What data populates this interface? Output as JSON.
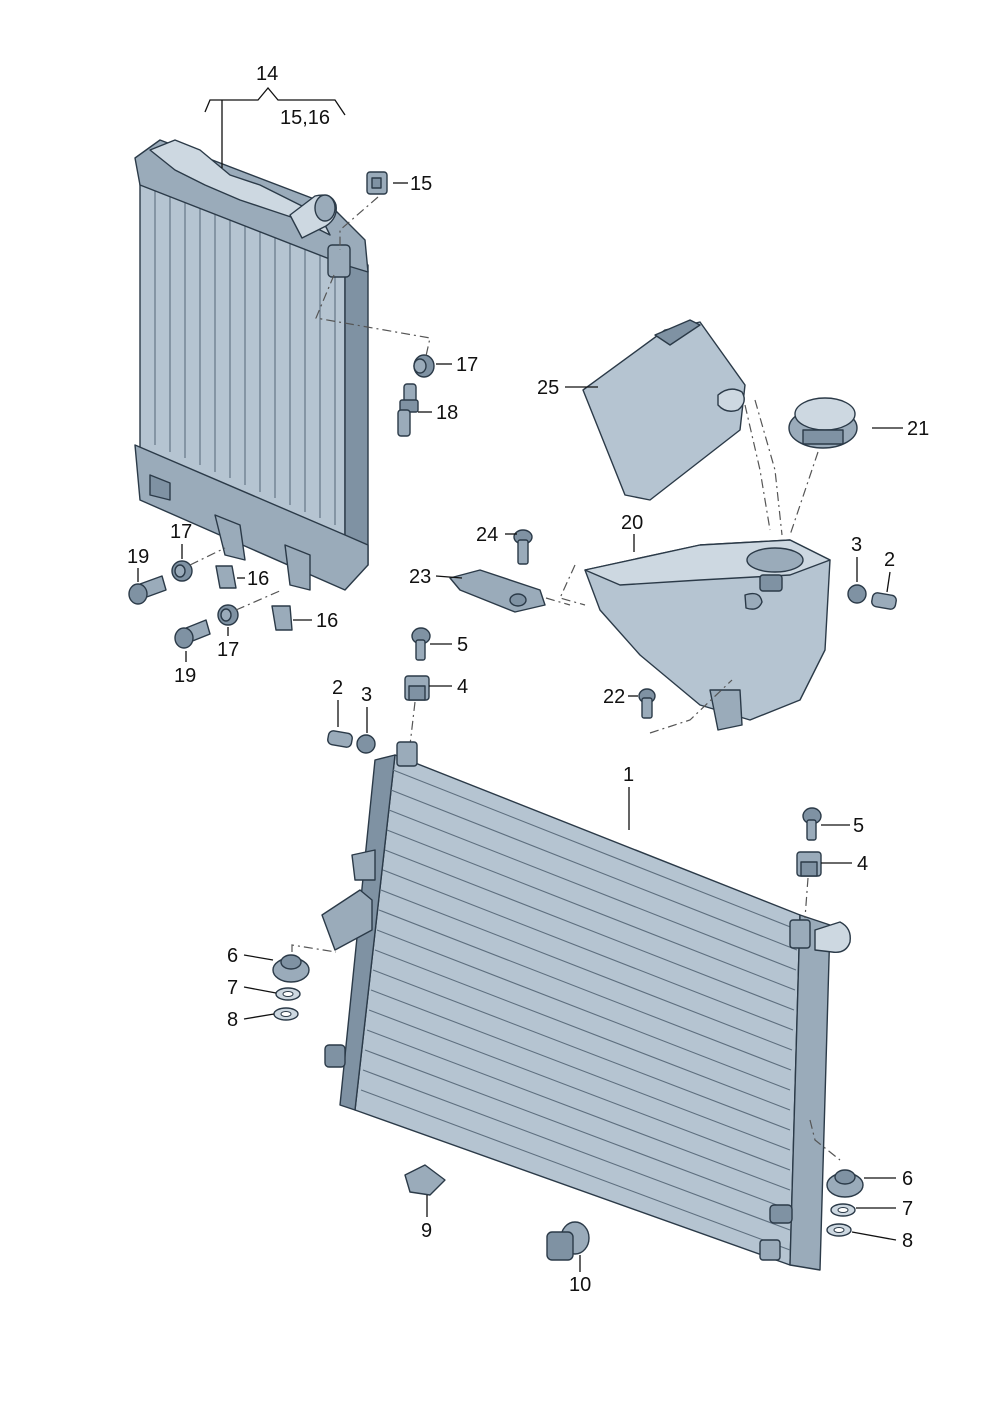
{
  "diagram": {
    "callouts": [
      {
        "id": "c14",
        "text": "14"
      },
      {
        "id": "c1516",
        "text": "15,16"
      },
      {
        "id": "c15",
        "text": "15"
      },
      {
        "id": "c17a",
        "text": "17"
      },
      {
        "id": "c18",
        "text": "18"
      },
      {
        "id": "c25",
        "text": "25"
      },
      {
        "id": "c21",
        "text": "21"
      },
      {
        "id": "c20",
        "text": "20"
      },
      {
        "id": "c24",
        "text": "24"
      },
      {
        "id": "c3a",
        "text": "3"
      },
      {
        "id": "c2a",
        "text": "2"
      },
      {
        "id": "c23",
        "text": "23"
      },
      {
        "id": "c17b",
        "text": "17"
      },
      {
        "id": "c19a",
        "text": "19"
      },
      {
        "id": "c16a",
        "text": "16"
      },
      {
        "id": "c16b",
        "text": "16"
      },
      {
        "id": "c17c",
        "text": "17"
      },
      {
        "id": "c19b",
        "text": "19"
      },
      {
        "id": "c5a",
        "text": "5"
      },
      {
        "id": "c4a",
        "text": "4"
      },
      {
        "id": "c22",
        "text": "22"
      },
      {
        "id": "c2b",
        "text": "2"
      },
      {
        "id": "c3b",
        "text": "3"
      },
      {
        "id": "c1",
        "text": "1"
      },
      {
        "id": "c5b",
        "text": "5"
      },
      {
        "id": "c4b",
        "text": "4"
      },
      {
        "id": "c6a",
        "text": "6"
      },
      {
        "id": "c7a",
        "text": "7"
      },
      {
        "id": "c8a",
        "text": "8"
      },
      {
        "id": "c6b",
        "text": "6"
      },
      {
        "id": "c7b",
        "text": "7"
      },
      {
        "id": "c8b",
        "text": "8"
      },
      {
        "id": "c9",
        "text": "9"
      },
      {
        "id": "c10",
        "text": "10"
      }
    ]
  },
  "colors": {
    "part_light": "#b5c4d1",
    "part_mid": "#9aabba",
    "part_dark": "#7f92a3",
    "outline": "#2b3a48",
    "label": "#111111"
  }
}
